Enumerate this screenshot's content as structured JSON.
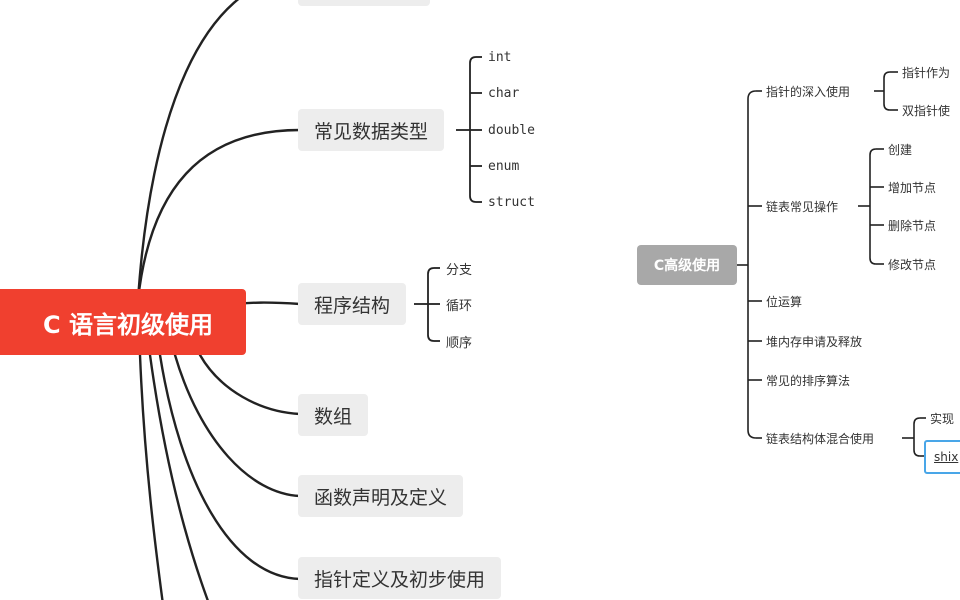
{
  "left_map": {
    "root": "C 语言初级使用",
    "branches": [
      {
        "label": "常见数据类型",
        "children": [
          "int",
          "char",
          "double",
          "enum",
          "struct"
        ]
      },
      {
        "label": "程序结构",
        "children": [
          "分支",
          "循环",
          "顺序"
        ]
      },
      {
        "label": "数组"
      },
      {
        "label": "函数声明及定义"
      },
      {
        "label": "指针定义及初步使用"
      }
    ]
  },
  "right_map": {
    "root": "C高级使用",
    "branches": [
      {
        "label": "指针的深入使用",
        "children": [
          "指针作为",
          "双指针使"
        ]
      },
      {
        "label": "链表常见操作",
        "children": [
          "创建",
          "增加节点",
          "删除节点",
          "修改节点"
        ]
      },
      {
        "label": "位运算"
      },
      {
        "label": "堆内存申请及释放"
      },
      {
        "label": "常见的排序算法"
      },
      {
        "label": "链表结构体混合使用",
        "children": [
          "实现",
          "shix"
        ]
      }
    ]
  },
  "colors": {
    "root_primary": "#f0402f",
    "root_secondary": "#a8a8a8",
    "branch_bg": "#ededed",
    "connector": "#222222",
    "selection": "#49a6e8"
  }
}
